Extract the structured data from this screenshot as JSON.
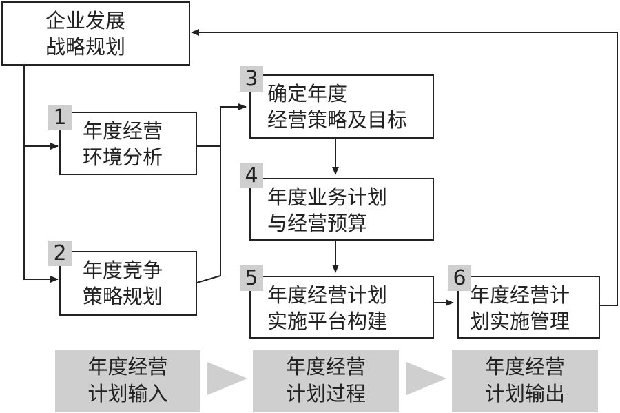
{
  "nodes": {
    "strategy": {
      "line1": "企业发展",
      "line2": "战略规划"
    },
    "step1": {
      "number": "1",
      "line1": "年度经营",
      "line2": "环境分析"
    },
    "step2": {
      "number": "2",
      "line1": "年度竞争",
      "line2": "策略规划"
    },
    "step3": {
      "number": "3",
      "line1": "确定年度",
      "line2": "经营策略及目标"
    },
    "step4": {
      "number": "4",
      "line1": "年度业务计划",
      "line2": "与经营预算"
    },
    "step5": {
      "number": "5",
      "line1": "年度经营计划",
      "line2": "实施平台构建"
    },
    "step6": {
      "number": "6",
      "line1": "年度经营计",
      "line2": "划实施管理"
    }
  },
  "phases": [
    {
      "line1": "年度经营",
      "line2": "计划输入"
    },
    {
      "line1": "年度经营",
      "line2": "计划过程"
    },
    {
      "line1": "年度经营",
      "line2": "计划输出"
    }
  ],
  "colors": {
    "line": "#222222",
    "phase_fill": "#cfcfcf",
    "badge_fill": "#cfcfcf"
  }
}
